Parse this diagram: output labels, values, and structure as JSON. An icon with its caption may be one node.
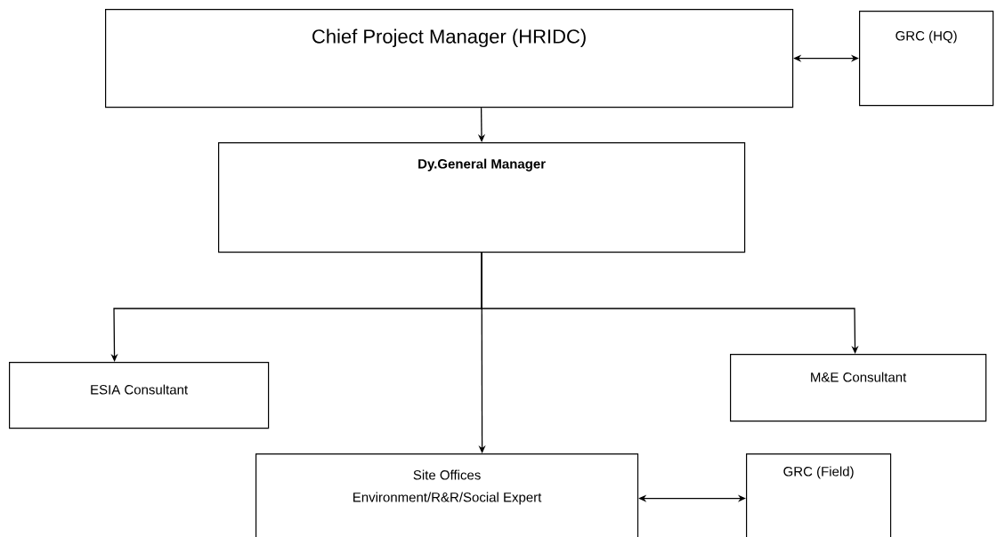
{
  "diagram": {
    "nodes": [
      {
        "text": [
          "Chief Project Manager (HRIDC)"
        ]
      },
      {
        "text": [
          "GRC (HQ)"
        ]
      },
      {
        "text": [
          "Dy.General Manager"
        ]
      },
      {
        "text": [
          "ESIA Consultant"
        ]
      },
      {
        "text": [
          "M&E Consultant"
        ]
      },
      {
        "text": [
          "Site Offices",
          "Environment/R&R/Social Expert"
        ]
      },
      {
        "text": [
          "GRC (Field)"
        ]
      }
    ],
    "edges": [
      {
        "from": 0,
        "to": 2,
        "arrow": "to"
      },
      {
        "from": 0,
        "to": 1,
        "arrow": "both"
      },
      {
        "from": 2,
        "to": 3,
        "arrow": "to"
      },
      {
        "from": 2,
        "to": 4,
        "arrow": "to"
      },
      {
        "from": 2,
        "to": 5,
        "arrow": "to"
      },
      {
        "from": 5,
        "to": 6,
        "arrow": "both"
      }
    ]
  }
}
